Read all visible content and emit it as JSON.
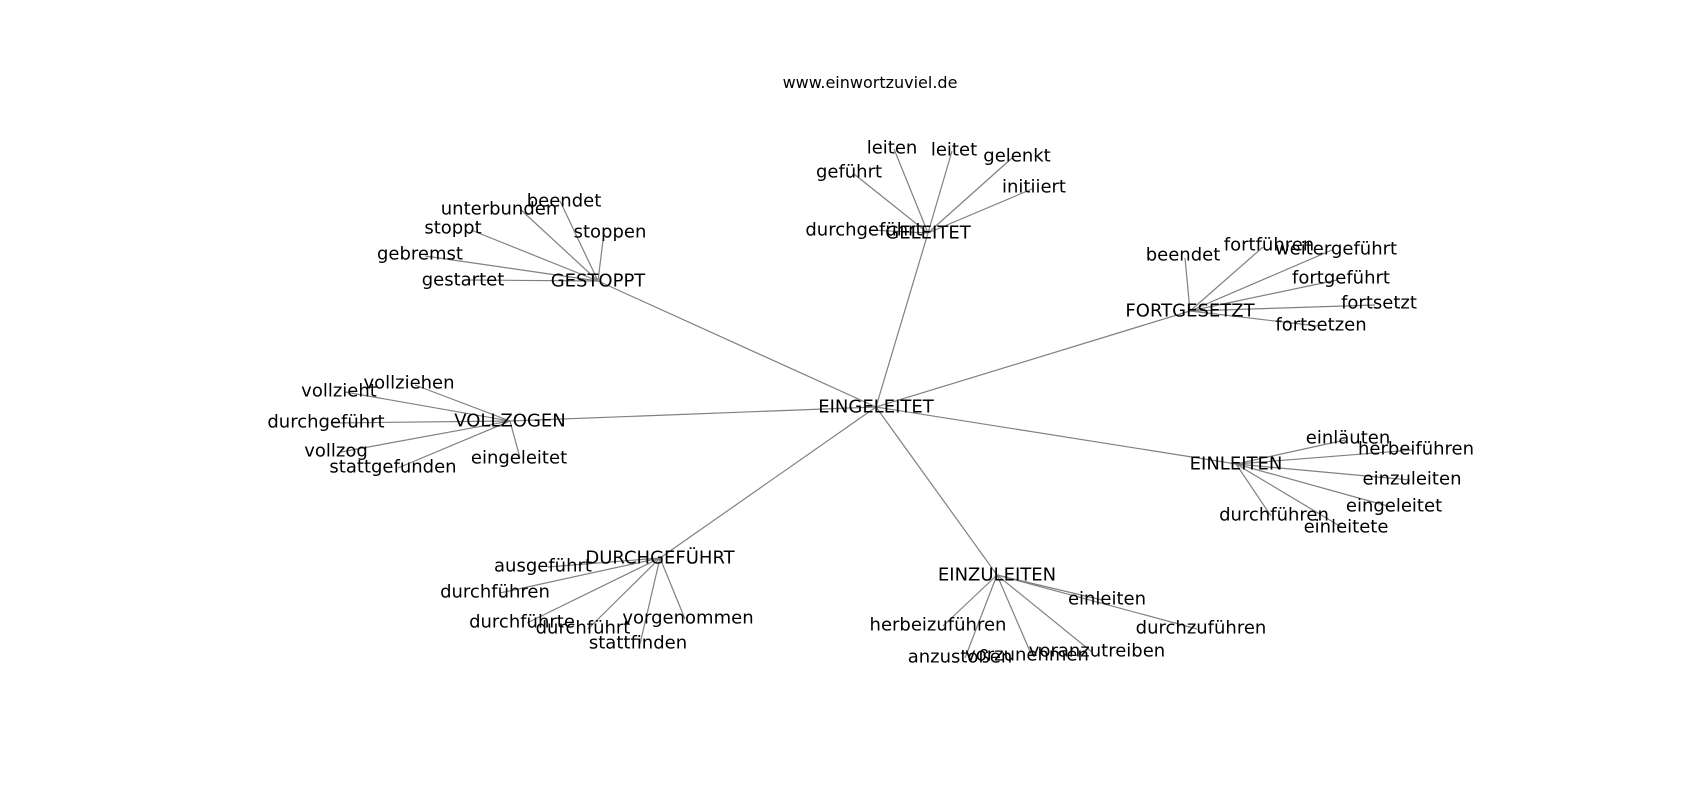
{
  "header": {
    "site": "www.einwortzuviel.de"
  },
  "graph": {
    "root": "EINGELEITET",
    "branches": [
      {
        "label": "GESTOPPT",
        "children": [
          "beendet",
          "unterbunden",
          "stoppt",
          "stoppen",
          "gebremst",
          "gestartet"
        ]
      },
      {
        "label": "GELEITET",
        "children": [
          "leiten",
          "leitet",
          "gelenkt",
          "geführt",
          "initiiert",
          "durchgeführt"
        ]
      },
      {
        "label": "FORTGESETZT",
        "children": [
          "beendet",
          "fortführen",
          "weitergeführt",
          "fortgeführt",
          "fortsetzt",
          "fortsetzen"
        ]
      },
      {
        "label": "VOLLZOGEN",
        "children": [
          "vollziehen",
          "vollzieht",
          "durchgeführt",
          "vollzog",
          "stattgefunden",
          "eingeleitet"
        ]
      },
      {
        "label": "EINLEITEN",
        "children": [
          "einläuten",
          "herbeiführen",
          "einzuleiten",
          "eingeleitet",
          "durchführen",
          "einleitete"
        ]
      },
      {
        "label": "DURCHGEFÜHRT",
        "children": [
          "ausgeführt",
          "durchführen",
          "durchführte",
          "durchführt",
          "vorgenommen",
          "stattfinden"
        ]
      },
      {
        "label": "EINZULEITEN",
        "children": [
          "einleiten",
          "herbeizuführen",
          "durchzuführen",
          "anzustoßen",
          "vorzunehmen",
          "voranzutreiben"
        ]
      }
    ]
  }
}
